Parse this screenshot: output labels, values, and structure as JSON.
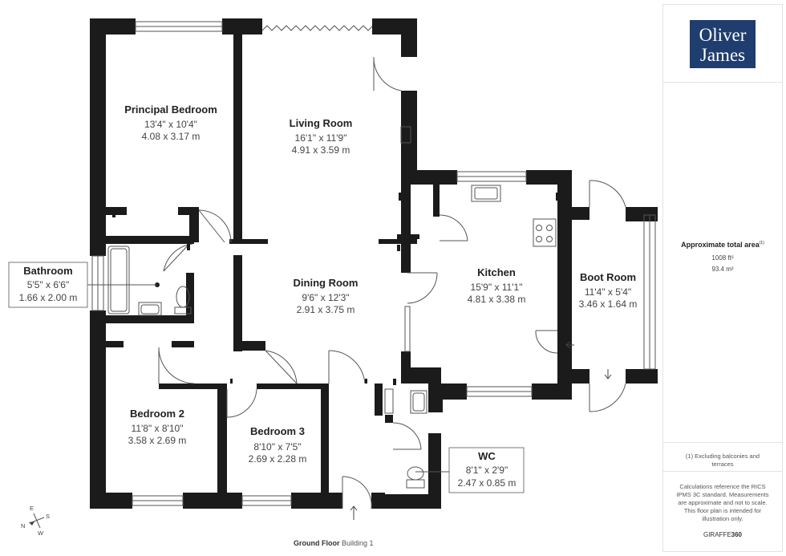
{
  "rooms": {
    "principal_bedroom": {
      "name": "Principal Bedroom",
      "imperial": "13'4\" x 10'4\"",
      "metric": "4.08 x 3.17 m"
    },
    "living_room": {
      "name": "Living Room",
      "imperial": "16'1\" x 11'9\"",
      "metric": "4.91 x 3.59 m"
    },
    "dining_room": {
      "name": "Dining Room",
      "imperial": "9'6\" x 12'3\"",
      "metric": "2.91 x 3.75 m"
    },
    "kitchen": {
      "name": "Kitchen",
      "imperial": "15'9\" x 11'1\"",
      "metric": "4.81 x 3.38 m"
    },
    "boot_room": {
      "name": "Boot Room",
      "imperial": "11'4\" x 5'4\"",
      "metric": "3.46 x 1.64 m"
    },
    "bathroom": {
      "name": "Bathroom",
      "imperial": "5'5\" x 6'6\"",
      "metric": "1.66 x 2.00 m"
    },
    "bedroom_2": {
      "name": "Bedroom 2",
      "imperial": "11'8\" x 8'10\"",
      "metric": "3.58 x 2.69 m"
    },
    "bedroom_3": {
      "name": "Bedroom 3",
      "imperial": "8'10\" x 7'5\"",
      "metric": "2.69 x 2.28 m"
    },
    "wc": {
      "name": "WC",
      "imperial": "8'1\" x 2'9\"",
      "metric": "2.47 x 0.85 m"
    }
  },
  "compass": {
    "e": "E",
    "s": "S",
    "n": "N",
    "w": "W"
  },
  "floor": {
    "name": "Ground Floor",
    "building": "Building 1"
  },
  "panel": {
    "logo_line1": "Oliver",
    "logo_line2": "James",
    "area_label": "Approximate total area",
    "area_note_mark": "(1)",
    "area_ft": "1008 ft²",
    "area_m": "93.4 m²",
    "excluding_note": "(1) Excluding balconies and terraces",
    "disclaimer": "Calculations reference the RICS IPMS 3C standard. Measurements are approximate and not to scale. This floor plan is intended for illustration only.",
    "brand_a": "GIRAFFE",
    "brand_b": "360"
  },
  "colors": {
    "wall": "#1b1b1b",
    "logo_bg": "#1f3d6e",
    "line": "#555555"
  }
}
